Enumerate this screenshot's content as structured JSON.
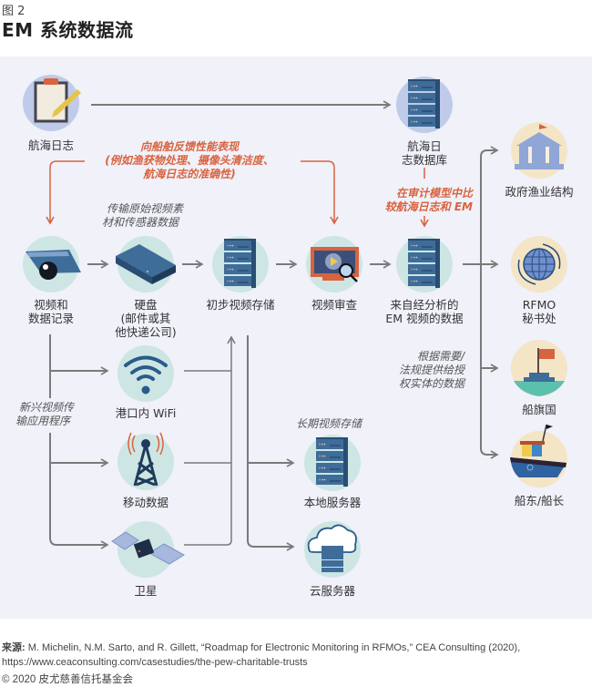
{
  "figure": {
    "label": "图 2",
    "title": "EM 系统数据流"
  },
  "colors": {
    "panel_bg": "#f0f1f9",
    "arrow_gray": "#7a7a7a",
    "feedback_orange": "#d8633f",
    "circle_teal": "#cde6e4",
    "circle_blue": "#bfcbe8",
    "circle_cream": "#f3e5c6",
    "server_blue": "#3f6d9a",
    "server_dark": "#2a4d74"
  },
  "nodes": {
    "logbook": {
      "label": "航海日志",
      "icon": "clipboard-pencil-icon"
    },
    "logbook_db": {
      "label_line1": "航海日",
      "label_line2": "志数据库",
      "icon": "server-icon"
    },
    "video_recording": {
      "label_line1": "视频和",
      "label_line2": "数据记录",
      "icon": "dome-camera-icon"
    },
    "hard_drive": {
      "label_line1": "硬盘",
      "label_line2": "(邮件或其",
      "label_line3": "他快递公司)",
      "icon": "hard-drive-icon"
    },
    "initial_storage": {
      "label": "初步视频存储",
      "icon": "server-icon"
    },
    "video_review": {
      "label": "视频审查",
      "icon": "monitor-magnifier-icon"
    },
    "analyzed_data": {
      "label_line1": "来自经分析的",
      "label_line2": "EM 视频的数据",
      "icon": "server-icon"
    },
    "port_wifi": {
      "label": "港口内 WiFi",
      "icon": "wifi-icon"
    },
    "mobile_data": {
      "label": "移动数据",
      "icon": "cell-tower-icon"
    },
    "satellite": {
      "label": "卫星",
      "icon": "satellite-icon"
    },
    "local_server": {
      "label": "本地服务器",
      "icon": "server-icon"
    },
    "cloud_server": {
      "label": "云服务器",
      "icon": "cloud-server-icon"
    },
    "gov_fisheries": {
      "label": "政府渔业结构",
      "icon": "government-building-icon"
    },
    "rfmo": {
      "label_line1": "RFMO",
      "label_line2": "秘书处",
      "icon": "globe-icon"
    },
    "flag_state": {
      "label": "船旗国",
      "icon": "flag-icon"
    },
    "owner_captain": {
      "label": "船东/船长",
      "icon": "fishing-boat-icon"
    }
  },
  "notes": {
    "feedback": {
      "line1": "向船舶反馈性能表现",
      "line2": "(例如渔获物处理、摄像头清洁度、",
      "line3": "航海日志的准确性)"
    },
    "audit": {
      "line1": "在审计模型中比",
      "line2": "较航海日志和 EM"
    },
    "raw_transfer": {
      "line1": "传输原始视频素",
      "line2": "材和传感器数据"
    },
    "emerging_apps": {
      "line1": "新兴视频传",
      "line2": "输应用程序"
    },
    "long_term": {
      "line1": "长期视频存储"
    },
    "provide_data": {
      "line1": "根据需要/",
      "line2": "法规提供给授",
      "line3": "权实体的数据"
    }
  },
  "source": {
    "label": "来源:",
    "text": " M. Michelin, N.M. Sarto, and R. Gillett, “Roadmap for Electronic Monitoring in RFMOs,” CEA Consulting (2020),",
    "url": "https://www.ceaconsulting.com/casestudies/the-pew-charitable-trusts"
  },
  "copyright": "© 2020 皮尤慈善信托基金会"
}
